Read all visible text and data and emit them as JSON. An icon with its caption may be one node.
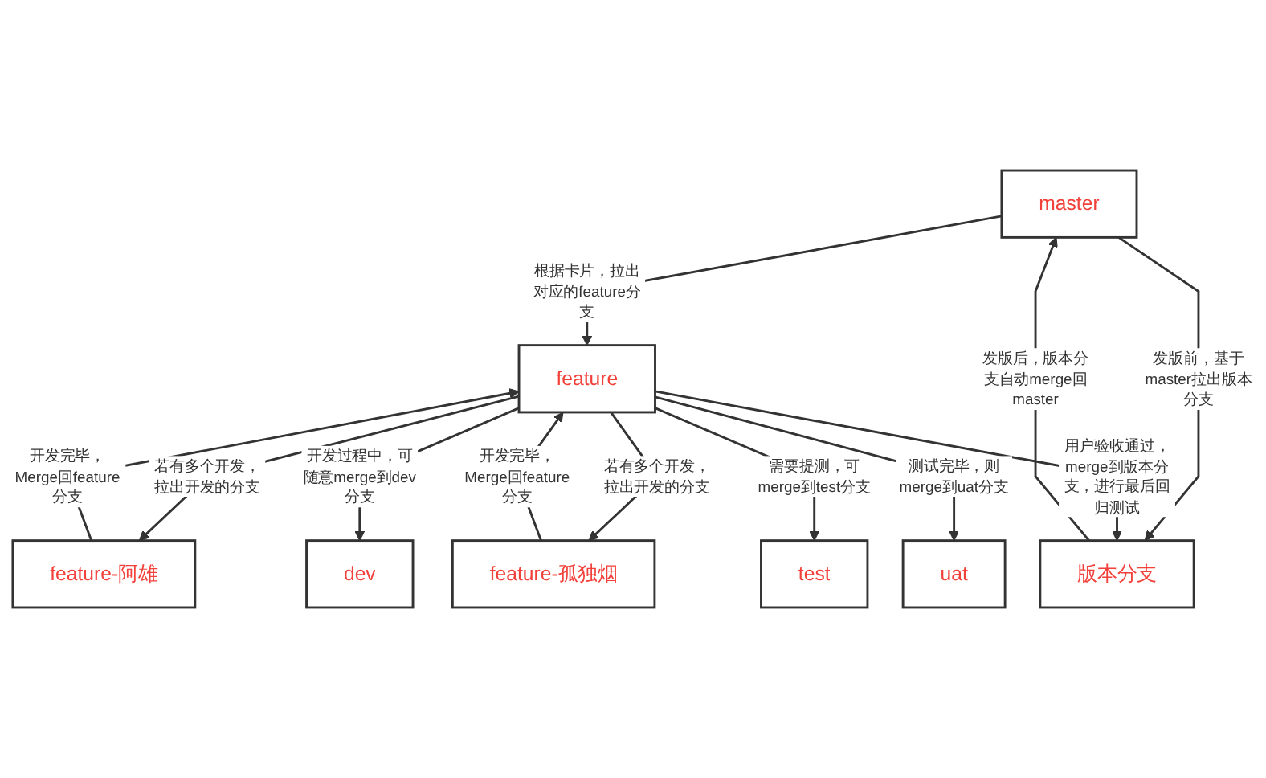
{
  "diagram": {
    "nodes": [
      {
        "text": [
          "master"
        ]
      },
      {
        "text": [
          "feature"
        ]
      },
      {
        "text": [
          "feature-阿雄"
        ]
      },
      {
        "text": [
          "feature-孤独烟"
        ]
      },
      {
        "text": [
          "版本分支"
        ]
      },
      {
        "text": [
          "dev"
        ]
      },
      {
        "text": [
          "test"
        ]
      },
      {
        "text": [
          "uat"
        ]
      }
    ],
    "edges": [
      {
        "from": 0,
        "to": 1,
        "arrow": "to",
        "label": "根据卡片，拉出对应的feature分支"
      },
      {
        "from": 1,
        "to": 2,
        "arrow": "to",
        "label": "若有多个开发，拉出开发的分支"
      },
      {
        "from": 2,
        "to": 1,
        "arrow": "to",
        "label": "开发完毕，Merge回feature分支"
      },
      {
        "from": 3,
        "to": 1,
        "arrow": "to",
        "label": "开发完毕，Merge回feature分支"
      },
      {
        "from": 1,
        "to": 3,
        "arrow": "to",
        "label": "若有多个开发，拉出开发的分支"
      },
      {
        "from": 0,
        "to": 4,
        "arrow": "to",
        "label": "发版前，基于master拉出版本分支"
      },
      {
        "from": 4,
        "to": 0,
        "arrow": "to",
        "label": "发版后，版本分支自动merge回master"
      },
      {
        "from": 1,
        "to": 4,
        "arrow": "to",
        "label": "用户验收通过，merge到版本分支，进行最后回归测试"
      },
      {
        "from": 1,
        "to": 5,
        "arrow": "to",
        "label": "开发过程中，可随意merge到dev分支"
      },
      {
        "from": 1,
        "to": 6,
        "arrow": "to",
        "label": "需要提测，可merge到test分支"
      },
      {
        "from": 1,
        "to": 7,
        "arrow": "to",
        "label": "测试完毕，则merge到uat分支"
      }
    ]
  }
}
